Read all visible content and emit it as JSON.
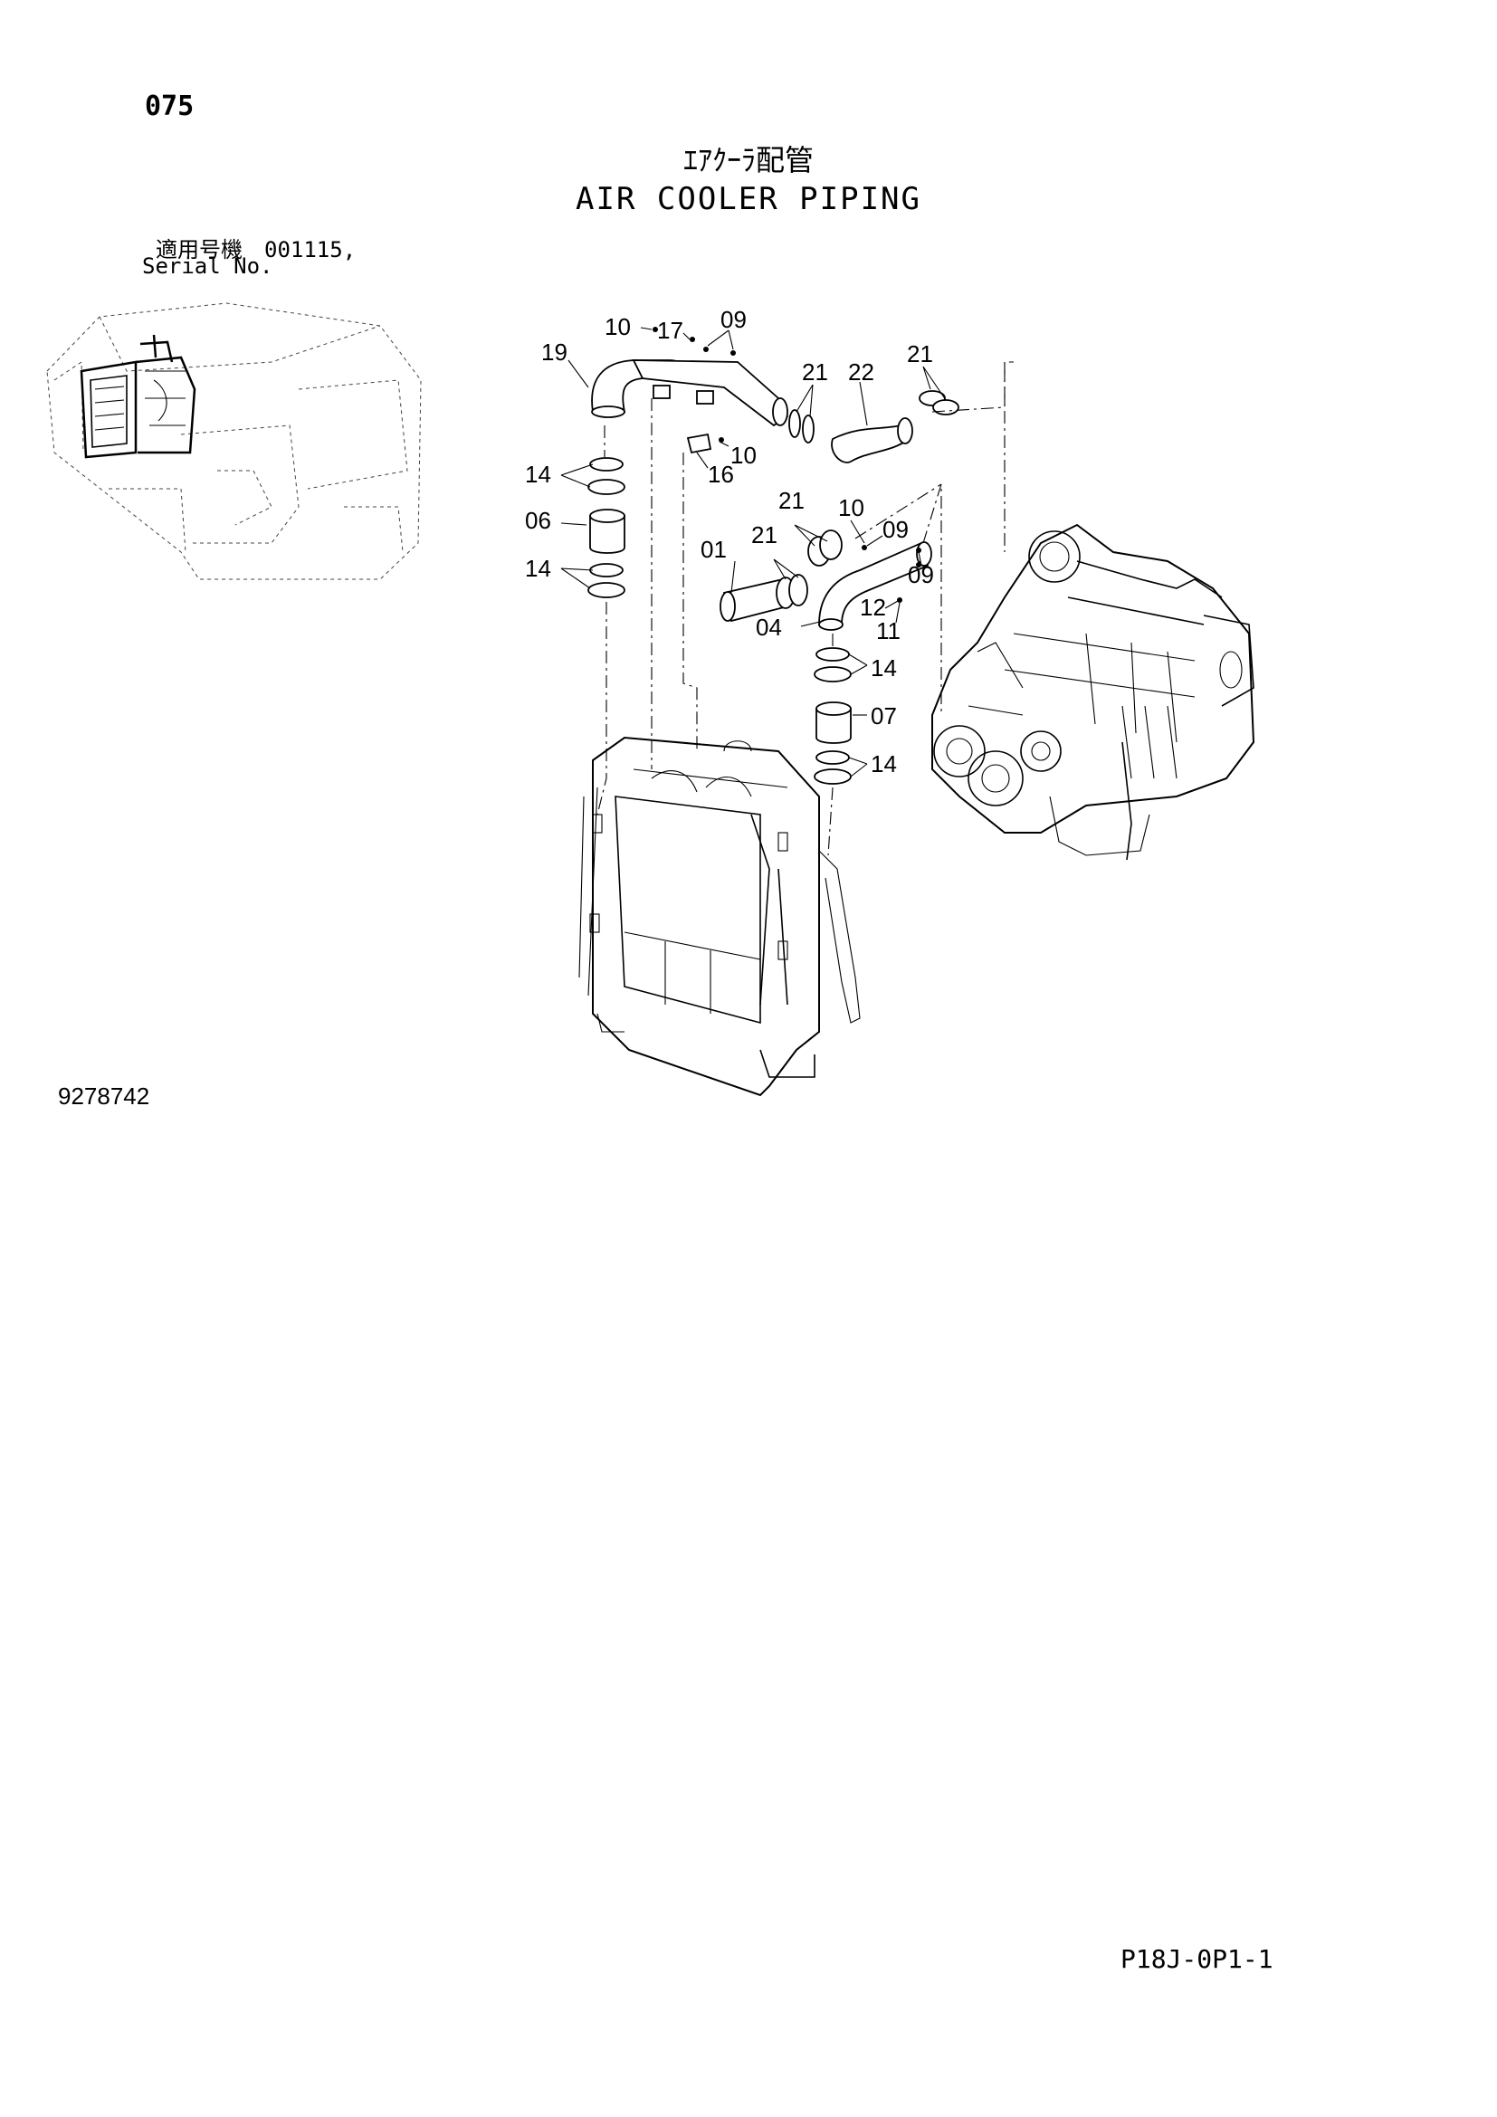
{
  "header": {
    "page_number": "075",
    "title_jp": "ｴｱｸｰﾗ配管",
    "title_en": "AIR COOLER PIPING",
    "serial_label_jp": "適用号機　001115,",
    "serial_label_en": "Serial No."
  },
  "footer": {
    "drawing_number": "9278742",
    "sheet_code": "P18J-0P1-1"
  },
  "callouts": {
    "c19": "19",
    "c10a": "10",
    "c17": "17",
    "c09a": "09",
    "c21a": "21",
    "c22": "22",
    "c21b": "21",
    "c10b": "10",
    "c16": "16",
    "c14a": "14",
    "c06": "06",
    "c14b": "14",
    "c21c": "21",
    "c10c": "10",
    "c21d": "21",
    "c09b": "09",
    "c01": "01",
    "c09c": "09",
    "c12": "12",
    "c04": "04",
    "c11": "11",
    "c14c": "14",
    "c07": "07",
    "c14d": "14"
  }
}
